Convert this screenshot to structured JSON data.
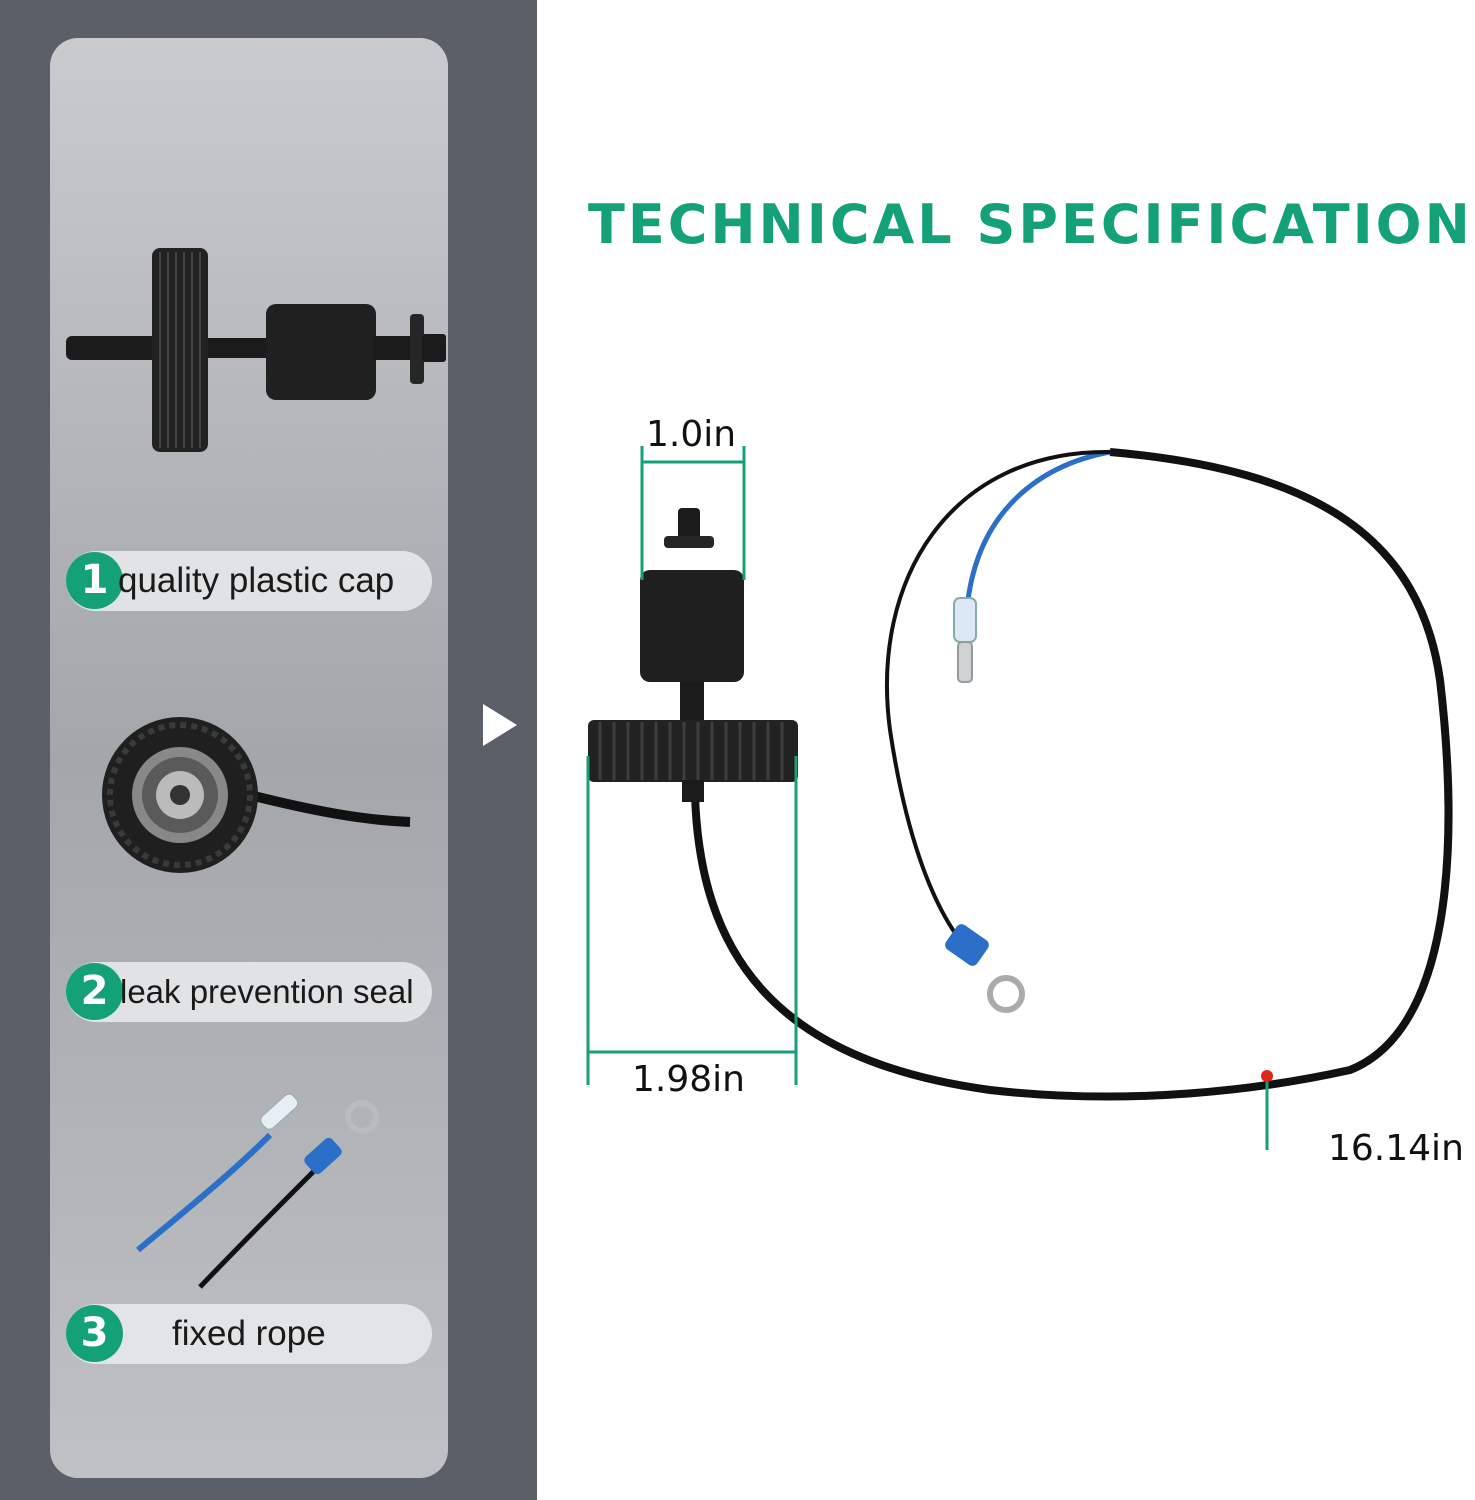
{
  "title": "TECHNICAL SPECIFICATIONS",
  "features": [
    {
      "number": "1",
      "label": "quality plastic cap"
    },
    {
      "number": "2",
      "label": "leak prevention seal"
    },
    {
      "number": "3",
      "label": "fixed rope"
    }
  ],
  "dimensions": {
    "top_width": "1.0in",
    "base_width": "1.98in",
    "cable_length": "16.14in"
  },
  "colors": {
    "accent": "#14a178",
    "left_background": "#5b6068",
    "wire_blue": "#2b6fc9",
    "marker_red": "#e0261b"
  }
}
